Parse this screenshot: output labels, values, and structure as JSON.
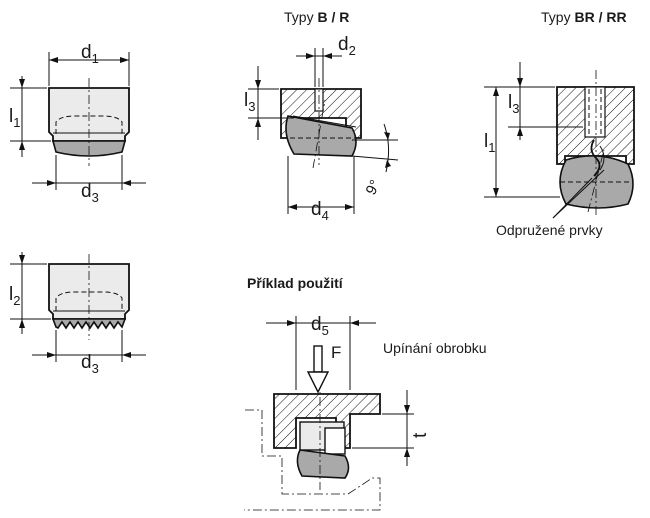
{
  "headings": {
    "types_b_r_prefix": "Typy ",
    "types_b_r_bold": "B / R",
    "types_br_rr_prefix": "Typy ",
    "types_br_rr_bold": "BR / RR",
    "example": "Příklad použití"
  },
  "labels": {
    "spring_elements": "Odpružené prvky",
    "workpiece_clamping": "Upínání obrobku",
    "force": "F",
    "thickness": "t",
    "angle": "9°"
  },
  "dimensions": {
    "d1": {
      "base": "d",
      "sub": "1"
    },
    "d2": {
      "base": "d",
      "sub": "2"
    },
    "d3_top": {
      "base": "d",
      "sub": "3"
    },
    "d3_bottom": {
      "base": "d",
      "sub": "3"
    },
    "d4": {
      "base": "d",
      "sub": "4"
    },
    "d5": {
      "base": "d",
      "sub": "5"
    },
    "l1_left": {
      "base": "l",
      "sub": "1"
    },
    "l1_right": {
      "base": "l",
      "sub": "1"
    },
    "l2": {
      "base": "l",
      "sub": "2"
    },
    "l3_mid": {
      "base": "l",
      "sub": "3"
    },
    "l3_right": {
      "base": "l",
      "sub": "3"
    }
  }
}
